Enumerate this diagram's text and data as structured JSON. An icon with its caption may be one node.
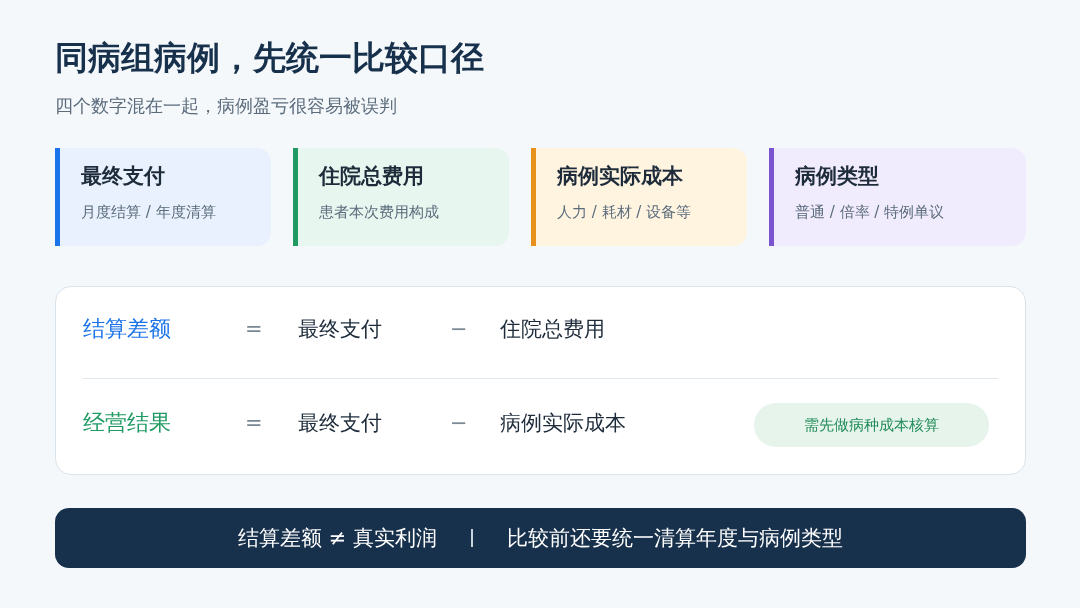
{
  "diagram": {
    "title": "同病组病例，先统一比较口径",
    "nodes": [
      {
        "text": [
          "最终支付",
          "月度结算 / 年度清算"
        ]
      },
      {
        "text": [
          "住院总费用",
          "患者本次费用构成"
        ]
      },
      {
        "text": [
          "病例实际成本",
          "人力 / 耗材 / 设备等"
        ]
      },
      {
        "text": [
          "病例类型",
          "普通 / 倍率 / 特例单议"
        ]
      },
      {
        "text": [],
        "shape": "box"
      },
      {
        "text": [
          "需先做病种成本核算"
        ],
        "in": 4
      },
      {
        "text": [
          "结算差额 ≠ 真实利润",
          "比较前还要统一清算年度与病例类型"
        ]
      }
    ],
    "labels": [
      "四个数字混在一起，病例盈亏很容易被误判",
      "结算差额",
      "=",
      "最终支付",
      "−",
      "住院总费用",
      "经营结果",
      "=",
      "最终支付",
      "−",
      "病例实际成本"
    ]
  }
}
